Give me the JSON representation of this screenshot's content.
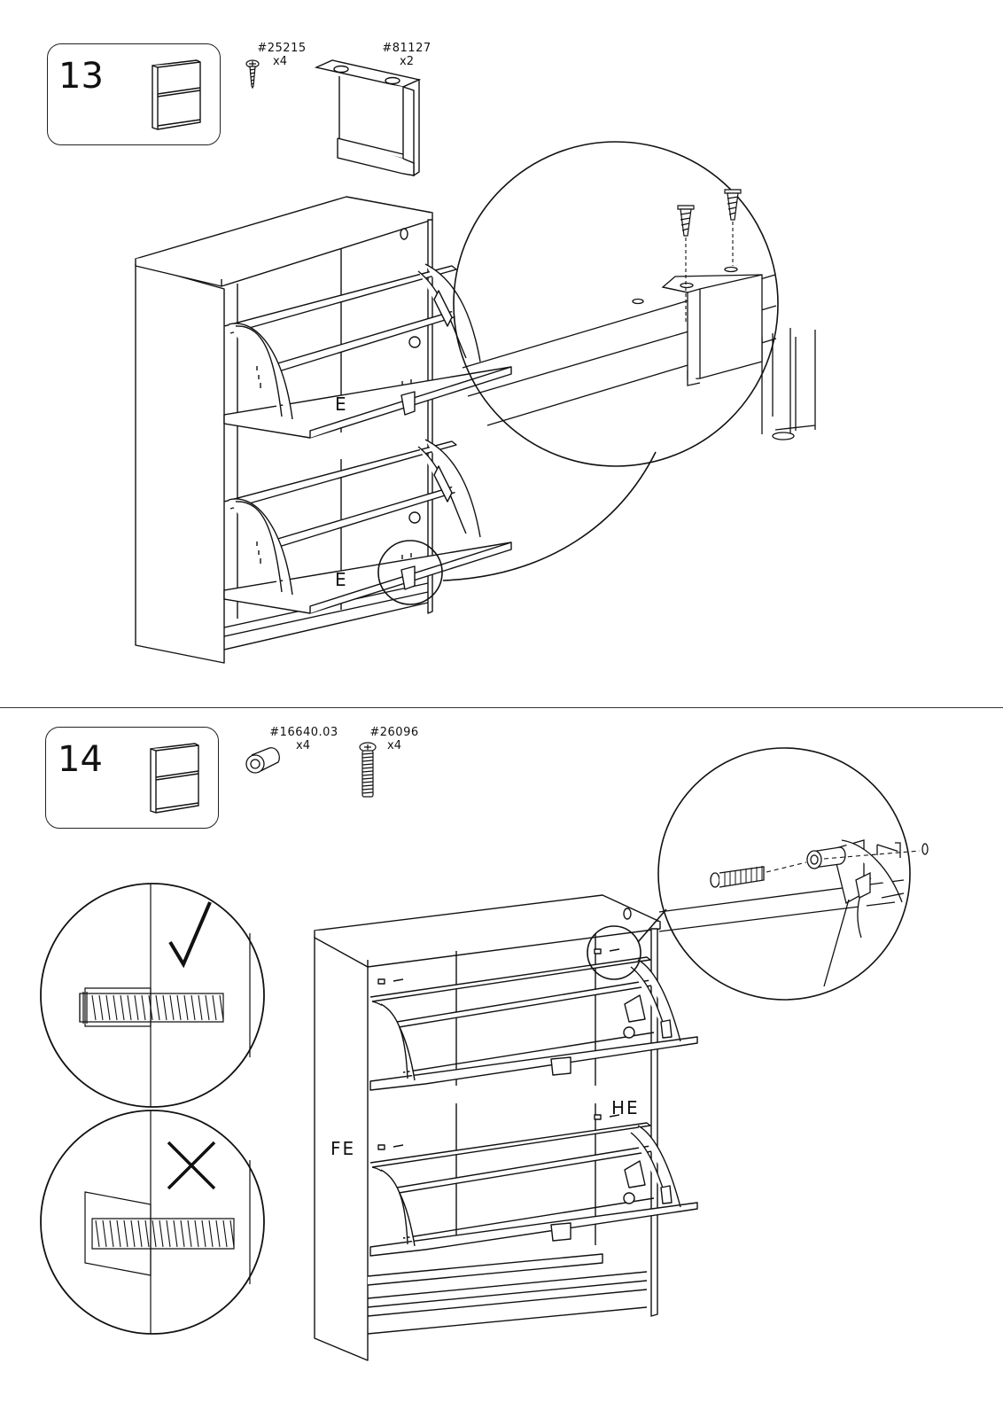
{
  "step13": {
    "number": "13",
    "parts": [
      {
        "code": "#25215",
        "qty": "x4",
        "icon": "screw-icon"
      },
      {
        "code": "#81127",
        "qty": "x2",
        "icon": "bracket-icon"
      }
    ],
    "labels": [
      "E",
      "E"
    ]
  },
  "step14": {
    "number": "14",
    "parts": [
      {
        "code": "#16640.03",
        "qty": "x4",
        "icon": "spacer-icon"
      },
      {
        "code": "#26096",
        "qty": "x4",
        "icon": "bolt-icon"
      }
    ],
    "labels": {
      "side": "FE",
      "inner": "HE"
    },
    "check_states": [
      "correct-check-icon",
      "wrong-cross-icon"
    ]
  }
}
